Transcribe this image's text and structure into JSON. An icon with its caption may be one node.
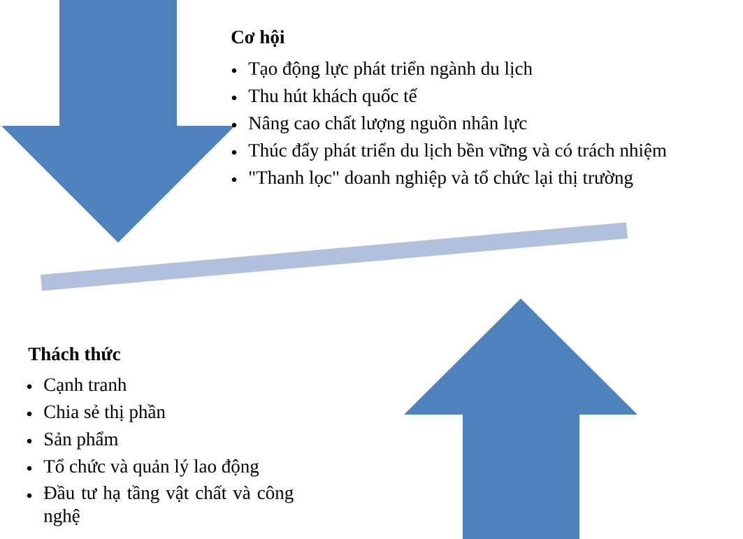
{
  "diagram": {
    "labels": [
      "Cơ hội",
      "Tạo động lực phát triển ngành du lịch",
      "Thu hút khách quốc tế",
      "Nâng cao chất lượng nguồn nhân lực",
      "Thúc đẩy phát triển du lịch bền vững và có trách nhiệm",
      "\"Thanh lọc\" doanh nghiệp và tổ chức lại thị trường",
      "Thách thức",
      "Cạnh tranh",
      "Chia sẻ thị phần",
      "Sản phẩm",
      "Tổ chức và quản lý lao động",
      "Đầu tư hạ tầng vật chất và công nghệ"
    ]
  }
}
